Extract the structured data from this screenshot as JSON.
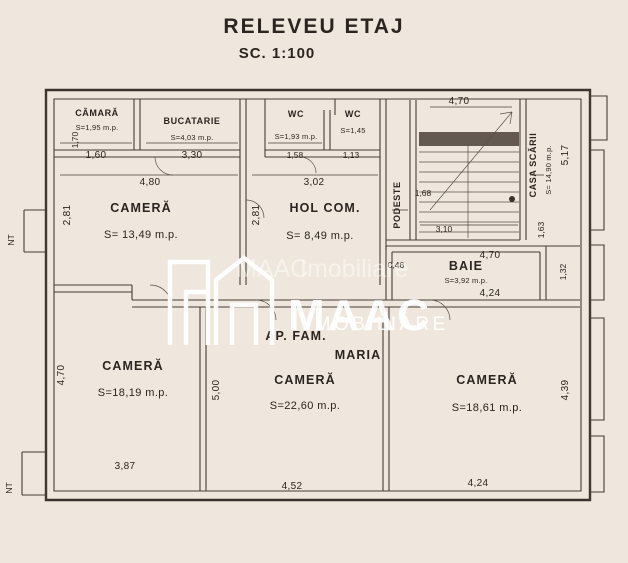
{
  "document": {
    "title": "RELEVEU ETAJ",
    "scale_label": "SC. 1:100",
    "paper_color": "#efe7dd",
    "ink_color": "#3a322c"
  },
  "rooms": [
    {
      "id": "camara",
      "name": "CĂMARĂ",
      "area": "S=1,95 m.p."
    },
    {
      "id": "bucatarie",
      "name": "BUCATARIE",
      "area": "S=4,03 m.p."
    },
    {
      "id": "wc1",
      "name": "WC",
      "area": "S=1,93 m.p."
    },
    {
      "id": "wc2",
      "name": "WC",
      "area": "S=1,45"
    },
    {
      "id": "camera1",
      "name": "CAMERĂ",
      "area": "S= 13,49 m.p."
    },
    {
      "id": "holcom",
      "name": "HOL COM.",
      "area": "S= 8,49 m.p."
    },
    {
      "id": "podeste",
      "name": "PODESTE",
      "area": ""
    },
    {
      "id": "casa_scarii",
      "name": "CASA SCĂRII",
      "area": "S= 14,90 m.p."
    },
    {
      "id": "baie",
      "name": "BAIE",
      "area": "S=3,92 m.p."
    },
    {
      "id": "camera2",
      "name": "CAMERĂ",
      "area": "S=18,19 m.p."
    },
    {
      "id": "camera3",
      "name": "CAMERĂ",
      "area": "S=22,60 m.p."
    },
    {
      "id": "camera4",
      "name": "CAMERĂ",
      "area": "S=18,61 m.p."
    },
    {
      "id": "ap_fam",
      "name": "AP. FAM.",
      "area": ""
    },
    {
      "id": "maria",
      "name": "MARIA",
      "area": ""
    }
  ],
  "dimensions": {
    "top": [
      {
        "id": "d-170",
        "value": "1,70"
      },
      {
        "id": "d-160",
        "value": "1,60"
      },
      {
        "id": "d-330",
        "value": "3,30"
      },
      {
        "id": "d-158",
        "value": "1,58"
      },
      {
        "id": "d-113",
        "value": "1,13"
      },
      {
        "id": "d-470-top",
        "value": "4,70"
      }
    ],
    "upper_band": [
      {
        "id": "d-480",
        "value": "4,80"
      },
      {
        "id": "d-302",
        "value": "3,02"
      },
      {
        "id": "d-168",
        "value": "1,68"
      },
      {
        "id": "d-310",
        "value": "3,10"
      },
      {
        "id": "d-163",
        "value": "1,63"
      },
      {
        "id": "d-517",
        "value": "5,17"
      }
    ],
    "middle_band": [
      {
        "id": "d-046",
        "value": "0,46"
      },
      {
        "id": "d-470-baie",
        "value": "4,70"
      },
      {
        "id": "d-424-baie",
        "value": "4,24"
      },
      {
        "id": "d-132",
        "value": "1,32"
      }
    ],
    "bottom": [
      {
        "id": "d-387",
        "value": "3,87"
      },
      {
        "id": "d-452",
        "value": "4,52"
      },
      {
        "id": "d-424-bottom",
        "value": "4,24"
      }
    ],
    "left": [
      {
        "id": "d-281-left",
        "value": "2,81"
      },
      {
        "id": "d-470-left",
        "value": "4,70"
      }
    ],
    "inner_vertical": [
      {
        "id": "d-281-mid",
        "value": "2,81"
      },
      {
        "id": "d-500",
        "value": "5,00"
      }
    ],
    "right": [
      {
        "id": "d-439",
        "value": "4,39"
      }
    ]
  },
  "annotations": [
    {
      "id": "ann-nt-top",
      "text": "NT"
    },
    {
      "id": "ann-nt-bottom",
      "text": "NT"
    }
  ],
  "watermark": {
    "brand": "MAAC",
    "tagline": "IMOBILIARE",
    "ghost_brand": "MAAC",
    "ghost_tagline": "Imobiliare",
    "color": "#ffffff"
  }
}
